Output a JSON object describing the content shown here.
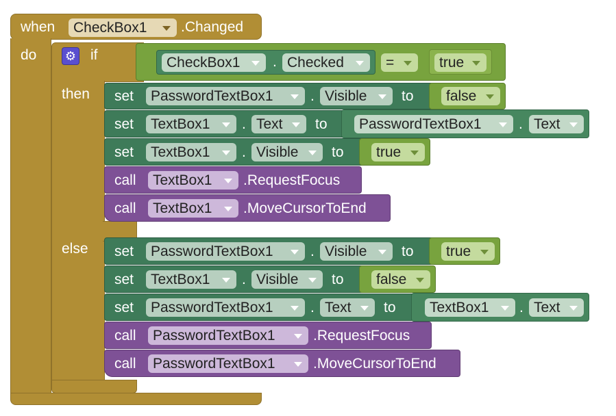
{
  "event": {
    "when": "when",
    "component": "CheckBox1",
    "event_name": ".Changed",
    "do": "do"
  },
  "if_block": {
    "if": "if",
    "then": "then",
    "else": "else"
  },
  "condition": {
    "component": "CheckBox1",
    "dot": ".",
    "property": "Checked",
    "op": "=",
    "value": "true"
  },
  "then_blocks": [
    {
      "kw": "set",
      "component": "PasswordTextBox1",
      "dot": ".",
      "property": "Visible",
      "to": "to",
      "value": "false"
    },
    {
      "kw": "set",
      "component": "TextBox1",
      "dot": ".",
      "property": "Text",
      "to": "to",
      "value_component": "PasswordTextBox1",
      "value_dot": ".",
      "value_property": "Text"
    },
    {
      "kw": "set",
      "component": "TextBox1",
      "dot": ".",
      "property": "Visible",
      "to": "to",
      "value": "true"
    },
    {
      "kw": "call",
      "component": "TextBox1",
      "method": ".RequestFocus"
    },
    {
      "kw": "call",
      "component": "TextBox1",
      "method": ".MoveCursorToEnd"
    }
  ],
  "else_blocks": [
    {
      "kw": "set",
      "component": "PasswordTextBox1",
      "dot": ".",
      "property": "Visible",
      "to": "to",
      "value": "true"
    },
    {
      "kw": "set",
      "component": "TextBox1",
      "dot": ".",
      "property": "Visible",
      "to": "to",
      "value": "false"
    },
    {
      "kw": "set",
      "component": "PasswordTextBox1",
      "dot": ".",
      "property": "Text",
      "to": "to",
      "value_component": "TextBox1",
      "value_dot": ".",
      "value_property": "Text"
    },
    {
      "kw": "call",
      "component": "PasswordTextBox1",
      "method": ".RequestFocus"
    },
    {
      "kw": "call",
      "component": "PasswordTextBox1",
      "method": ".MoveCursorToEnd"
    }
  ],
  "icons": {
    "mutator": "gear-icon",
    "dropdown": "chevron-down-icon"
  },
  "colors": {
    "event": "#b18e35",
    "component_set": "#3e7b59",
    "component_call": "#7e5196",
    "logic": "#78a33e",
    "mutator": "#5a4fcf"
  }
}
